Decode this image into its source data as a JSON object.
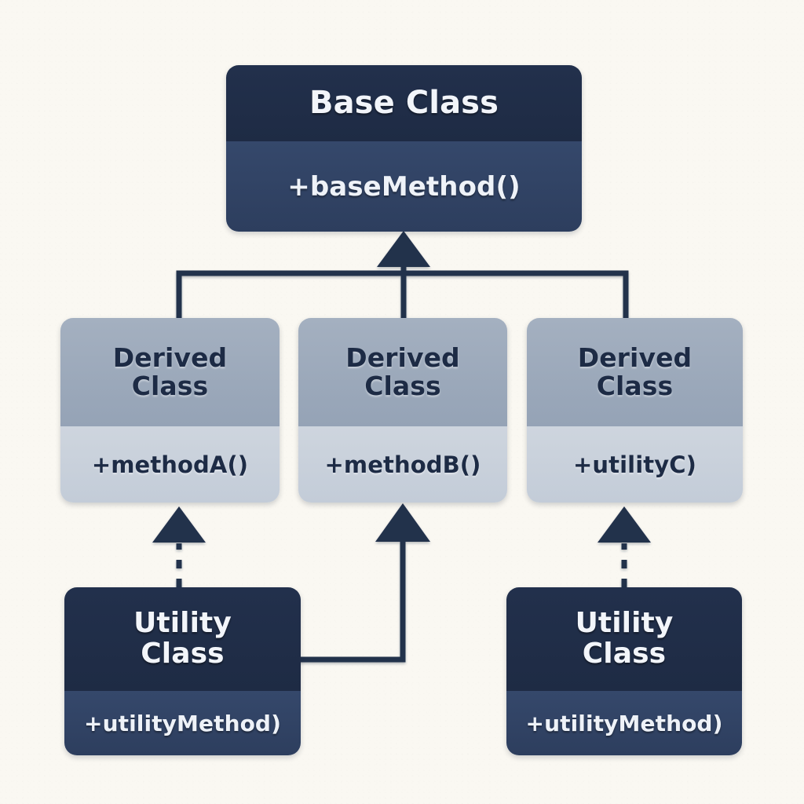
{
  "diagram": {
    "type": "uml-class-diagram",
    "background_color": "#faf8f2",
    "line_color": "#22304c"
  },
  "nodes": {
    "base_class": {
      "name": "Base Class",
      "title_line_1": "Base Class",
      "methods": "+baseMethod()",
      "style": "dark",
      "header_color": "#1e2b44",
      "body_color": "#31446a"
    },
    "derived_a": {
      "title_line_1": "Derived",
      "title_line_2": "Class",
      "methods": "+methodA()",
      "style": "light",
      "header_color": "#99a7b9",
      "body_color": "#c8d0da"
    },
    "derived_b": {
      "title_line_1": "Derived",
      "title_line_2": "Class",
      "methods": "+methodB()",
      "style": "light",
      "header_color": "#99a7b9",
      "body_color": "#c8d0da"
    },
    "derived_c": {
      "title_line_1": "Derived",
      "title_line_2": "Class",
      "methods": "+utilityC)",
      "style": "light",
      "header_color": "#99a7b9",
      "body_color": "#c8d0da"
    },
    "utility_left": {
      "title_line_1": "Utility",
      "title_line_2": "Class",
      "methods": "+utilityMethod)",
      "style": "dark",
      "header_color": "#1e2b44",
      "body_color": "#33456a"
    },
    "utility_right": {
      "title_line_1": "Utility",
      "title_line_2": "Class",
      "methods": "+utilityMethod)",
      "style": "dark",
      "header_color": "#1e2b44",
      "body_color": "#33456a"
    }
  },
  "connectors": [
    {
      "id": "inheritance-bus",
      "kind": "generalization",
      "line": "solid",
      "arrowhead": "closed-triangle",
      "from": [
        "derived_a",
        "derived_b",
        "derived_c"
      ],
      "to": "base_class"
    },
    {
      "id": "dependency-left",
      "kind": "dependency",
      "line": "dashed",
      "arrowhead": "closed-triangle",
      "from": "utility_left",
      "to": "derived_a"
    },
    {
      "id": "association-middle",
      "kind": "association",
      "line": "solid",
      "arrowhead": "closed-triangle",
      "from": "utility_left",
      "to": "derived_b"
    },
    {
      "id": "dependency-right",
      "kind": "dependency",
      "line": "dashed",
      "arrowhead": "closed-triangle",
      "from": "utility_right",
      "to": "derived_c"
    }
  ]
}
